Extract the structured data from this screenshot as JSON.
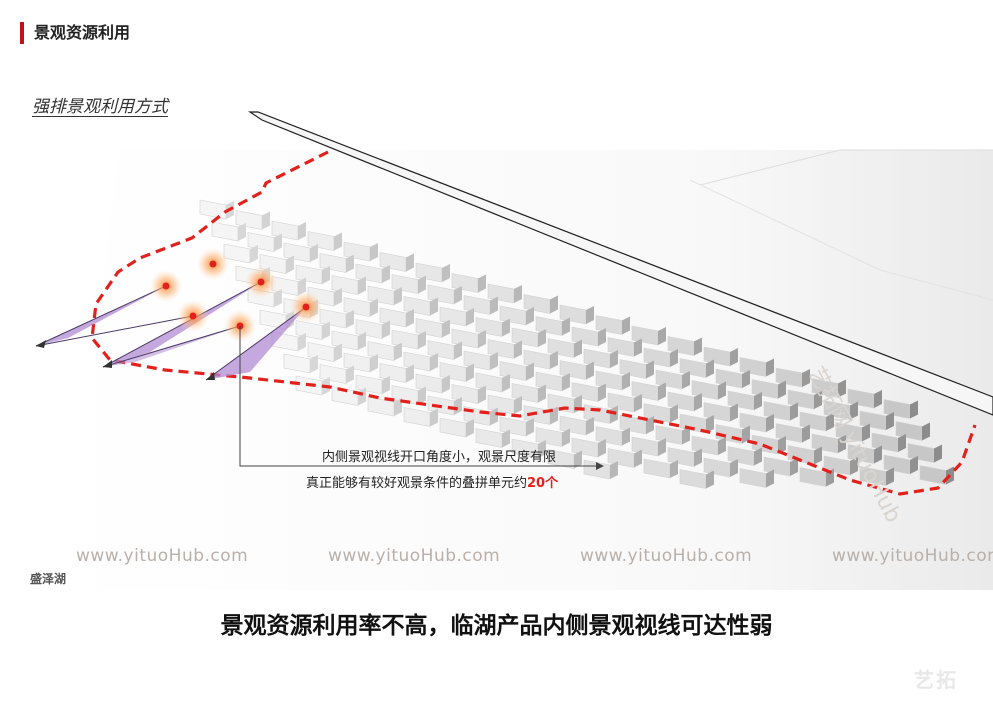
{
  "header": {
    "title": "景观资源利用"
  },
  "subtitle": "强排景观利用方式",
  "annotation": {
    "line1": "内侧景观视线开口角度小，观景尺度有限",
    "line2_prefix": "真正能够有较好观景条件的叠拼单元约",
    "line2_highlight": "20个"
  },
  "lake_label": "盛泽湖",
  "watermark": "www.yituoHub.com",
  "side_watermark": "艺拓网 yituoHub",
  "corner_logo": "艺拓",
  "conclusion": "景观资源利用率不高，临湖产品内侧景观视线可达性弱",
  "colors": {
    "accent": "#c0141b",
    "boundary": "#e2211c",
    "view_cone": "#b28bd1",
    "highlight": "#e2211c"
  }
}
